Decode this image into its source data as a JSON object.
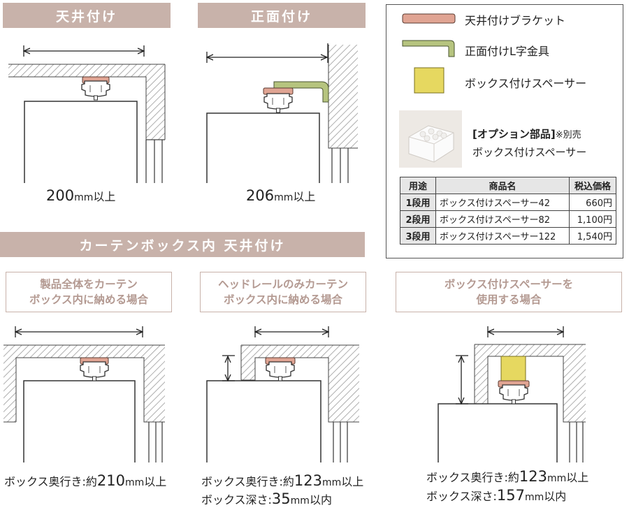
{
  "sections": {
    "ceiling_mount": "天井付け",
    "front_mount": "正面付け",
    "curtain_box": "カーテンボックス内 天井付け"
  },
  "labels": {
    "ceiling_width_value": "200",
    "ceiling_width_unit": "mm",
    "ceiling_width_suffix": "以上",
    "front_width_value": "206",
    "front_width_unit": "mm",
    "front_width_suffix": "以上"
  },
  "cases": [
    {
      "title": "製品全体をカーテン\nボックス内に納める場合",
      "depth_prefix": "ボックス奥行き:約",
      "depth_value": "210",
      "depth_unit": "mm",
      "depth_suffix": "以上"
    },
    {
      "title": "ヘッドレールのみカーテン\nボックス内に納める場合",
      "depth_prefix": "ボックス奥行き:約",
      "depth_value": "123",
      "depth_unit": "mm",
      "depth_suffix": "以上",
      "height_prefix": "ボックス深さ:",
      "height_value": "35",
      "height_unit": "mm",
      "height_suffix": "以内"
    },
    {
      "title": "ボックス付けスペーサーを\n使用する場合",
      "depth_prefix": "ボックス奥行き:約",
      "depth_value": "123",
      "depth_unit": "mm",
      "depth_suffix": "以上",
      "height_prefix": "ボックス深さ:",
      "height_value": "157",
      "height_unit": "mm",
      "height_suffix": "以内"
    }
  ],
  "legend": {
    "items": [
      {
        "label": "天井付けブラケット",
        "color": "#e0a493"
      },
      {
        "label": "正面付けL字金具",
        "color": "#b6c47f"
      },
      {
        "label": "ボックス付けスペーサー",
        "color": "#e6d860"
      }
    ],
    "option_title": "[オプション部品]",
    "option_note": "※別売",
    "option_name": "ボックス付けスペーサー"
  },
  "price_table": {
    "headers": [
      "用途",
      "商品名",
      "税込価格"
    ],
    "rows": [
      [
        "1段用",
        "ボックス付けスペーサー42",
        "660円"
      ],
      [
        "2段用",
        "ボックス付けスペーサー82",
        "1,100円"
      ],
      [
        "3段用",
        "ボックス付けスペーサー122",
        "1,540円"
      ]
    ]
  },
  "colors": {
    "banner": "#c8b2aa",
    "bracket": "#e0a493",
    "l_bracket": "#b6c47f",
    "spacer": "#e6d860",
    "hatch": "#9a9a9a"
  }
}
